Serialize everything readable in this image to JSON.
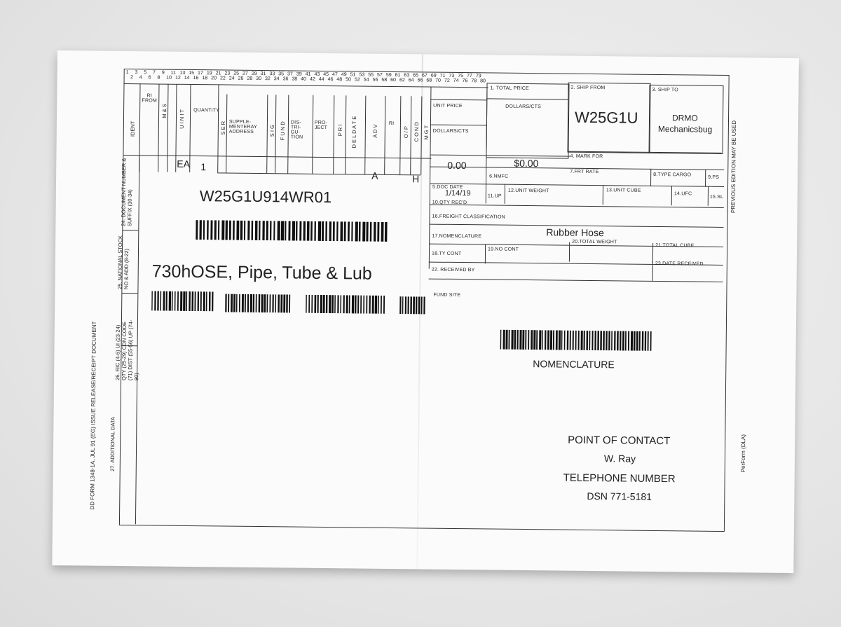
{
  "form_id": "DD FORM 1348-1A, JUL 91 (EG) ISSUE RELEASE/RECEIPT DOCUMENT",
  "previous_edition": "PREVIOUS EDITION MAY BE USED",
  "perform": "PerForm (DLA)",
  "header_cols": {
    "ident": "IDENT",
    "ri_from": "RI FROM",
    "ms": "M & S",
    "unit": "U I N I T",
    "quantity": "QUANTITY",
    "ser": "S E R",
    "supple": "SUPPLE- MENTERAY ADDRESS",
    "sig": "S I G",
    "fund": "F U N D",
    "distri": "DIS- TRI- GU- TION",
    "project": "PRO- JECT",
    "pri": "P R I",
    "deldate": "D E L D A T E",
    "adv": "A D V",
    "ri": "RI",
    "op": "O / P",
    "cond": "C O N D",
    "mgt": "M G T",
    "unit_price": "UNIT PRICE",
    "dollars_cts": "DOLLARS/CTS"
  },
  "values": {
    "unit_value": "EA",
    "qty_value": "1",
    "adv_value": "A",
    "mgt_value": "H",
    "unit_price_value": "0.00",
    "total_price_value": "$0.00",
    "ship_from_value": "W25G1U",
    "ship_to_value_1": "DRMO",
    "ship_to_value_2": "Mechanicsbug",
    "doc_date_value": "1/14/19",
    "nomenclature_value": "Rubber Hose",
    "document_number": "W25G1U914WR01",
    "stock_line": "730hOSE, Pipe, Tube & Lub"
  },
  "fields": {
    "total_price": "1. TOTAL PRICE",
    "dollars_cts": "DOLLARS/CTS",
    "ship_from": "2. SHIP FROM",
    "ship_to": "3. SHIP TO",
    "mark_for": "4. MARK FOR",
    "doc_date": "5.DOC DATE",
    "nmfc": "6.NMFC",
    "frt_rate": "7.FRT RATE",
    "type_cargo": "8.TYPE CARGO",
    "ps": "9.PS",
    "qty_recd": "10.QTY REC'D",
    "up": "11.UP",
    "unit_weight": "12.UNIT WEIGHT",
    "unit_cube": "13.UNIT CUBE",
    "ufc": "14.UFC",
    "sl": "15.SL",
    "freight_class": "16.FREIGHT CLASSIFICATION",
    "nomenclature": "17.NOMENCLATURE",
    "ty_cont": "18.TY CONT",
    "no_cont": "19.NO CONT",
    "total_weight": "20.TOTAL WEIGHT",
    "total_cube": "21.TOTAL CUBE",
    "received_by": "22. RECEIVED BY",
    "date_received": "23.DATE RECEIVED",
    "fund_site": "FUND SITE"
  },
  "left_labels": {
    "doc_number": "24. DOCUMENT NUMBER & SUFFIX (30-34)",
    "national_stock": "25. NATIONAL STOCK NO & ADD (8-22)",
    "ric": "26. RIC (4-6) UI (23-24) QTY (25-29) CON CODE (71) DIST (55-56) UP (74-80)",
    "additional": "27. ADDITIONAL DATA"
  },
  "barcode_caption": "NOMENCLATURE",
  "contact": {
    "poc_label": "POINT OF CONTACT",
    "poc_name": "W. Ray",
    "tel_label": "TELEPHONE NUMBER",
    "tel_value": "DSN 771-5181"
  },
  "top_digits": [
    "1",
    "2",
    "3",
    "4",
    "5",
    "6",
    "7",
    "8",
    "9",
    "10",
    "11",
    "12",
    "13",
    "14",
    "15",
    "16",
    "17",
    "18",
    "19",
    "20",
    "21",
    "22",
    "23",
    "24",
    "25",
    "26",
    "27",
    "28",
    "29",
    "30",
    "31",
    "32",
    "33",
    "34",
    "35",
    "36",
    "37",
    "38",
    "39",
    "40",
    "41",
    "42",
    "43",
    "44",
    "45",
    "46",
    "47",
    "48",
    "49",
    "50",
    "51",
    "52",
    "53",
    "54",
    "55",
    "56",
    "57",
    "58",
    "59",
    "60",
    "61",
    "62",
    "63",
    "64",
    "65",
    "66",
    "67",
    "68",
    "69",
    "70",
    "71",
    "72",
    "73",
    "74",
    "75",
    "76",
    "77",
    "78",
    "79",
    "80"
  ]
}
